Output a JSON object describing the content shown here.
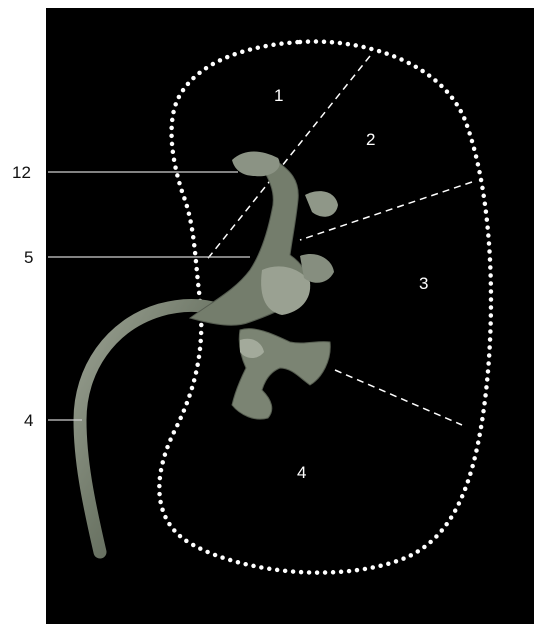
{
  "figure": {
    "background_color": "#000000",
    "outline_color": "#ffffff",
    "specimen_color": "#7f8778",
    "leader_line_color": "#cfcfcf",
    "left_labels": [
      "12",
      "5",
      "4"
    ],
    "zone_labels": [
      "1",
      "2",
      "3",
      "4"
    ]
  }
}
